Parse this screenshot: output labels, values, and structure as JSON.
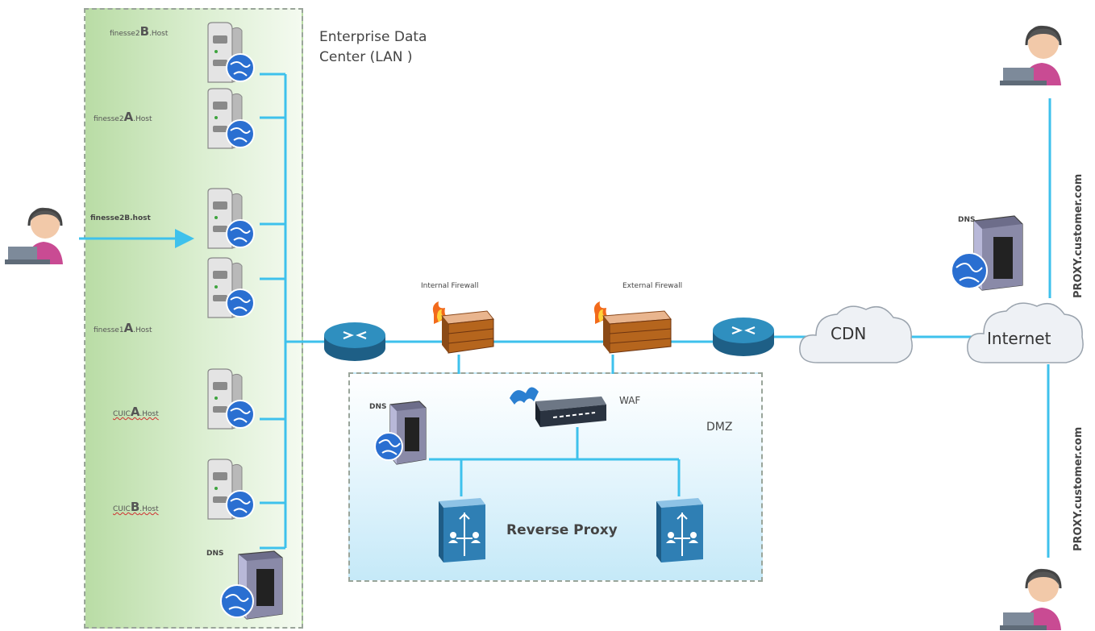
{
  "zones": {
    "lan": {
      "title_line1": "Enterprise Data",
      "title_line2": "Center (LAN )"
    },
    "dmz": {
      "title": "DMZ"
    }
  },
  "hosts": [
    {
      "prefix": "finesse2",
      "letter": "B",
      "suffix": ".Host",
      "icon": "server-globe-icon"
    },
    {
      "prefix": "finesse2",
      "letter": "A",
      "suffix": ".Host",
      "icon": "server-globe-icon"
    },
    {
      "text": "finesse2B.host",
      "icon": "server-globe-icon"
    },
    {
      "prefix": "finesse1",
      "letter": "A",
      "suffix": ".Host",
      "icon": "server-globe-icon"
    },
    {
      "prefix": "CUIC",
      "letter": "A",
      "suffix": ".Host",
      "icon": "server-globe-icon"
    },
    {
      "prefix": "CUIC",
      "letter": "B",
      "suffix": ".Host",
      "icon": "server-globe-icon"
    }
  ],
  "dns_labels": {
    "lan": "DNS",
    "dmz": "DNS",
    "internet": "DNS"
  },
  "firewalls": {
    "internal": "Internal Firewall",
    "external": "External Firewall"
  },
  "devices": {
    "waf": "WAF",
    "reverse_proxy": "Reverse Proxy"
  },
  "clouds": {
    "cdn": "CDN",
    "internet": "Internet"
  },
  "proxy_labels": {
    "top": "PROXY.customer.com",
    "bottom": "PROXY.customer.com"
  },
  "colors": {
    "link": "#3ec1ec",
    "lan_zone": "#c9e6b8",
    "dmz_zone": "#d2eefa",
    "router": "#2f7fa6",
    "firewall": "#b5651d",
    "person": "#c94b93"
  }
}
